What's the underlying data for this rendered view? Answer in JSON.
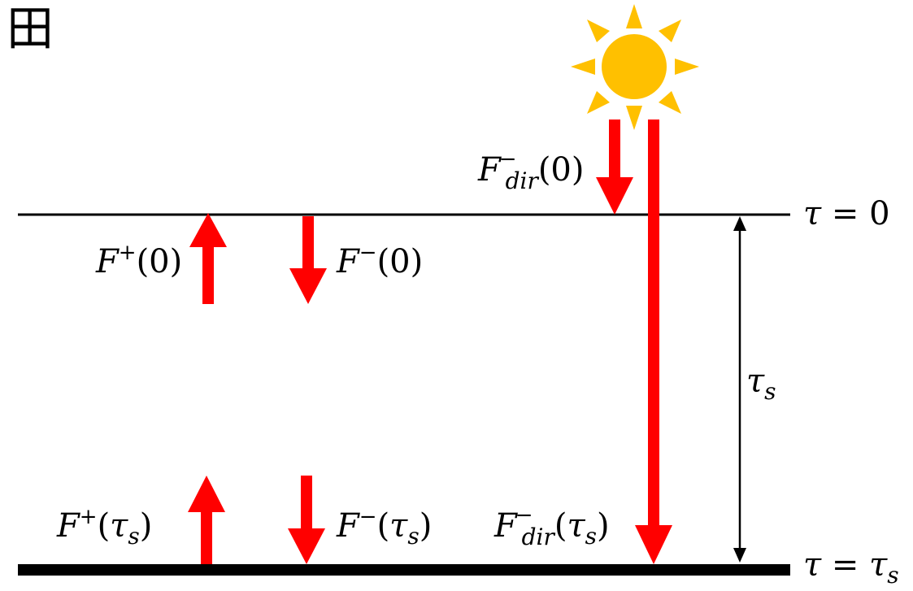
{
  "corner_glyph": "田",
  "boundaries": {
    "top": {
      "label_left": "τ",
      "label_eq": " = ",
      "label_right": "0"
    },
    "bottom": {
      "label_left": "τ",
      "label_eq": " = ",
      "label_right": "τ",
      "label_right_sub": "s"
    }
  },
  "thickness": {
    "symbol": "τ",
    "subscript": "s"
  },
  "fluxes": {
    "up_top": {
      "main": "F",
      "sup": "+",
      "arg": "(0)"
    },
    "down_top": {
      "main": "F",
      "sup": "−",
      "arg": "(0)"
    },
    "dir_top": {
      "main": "F",
      "sup": "−",
      "sub": "dir",
      "arg": "(0)"
    },
    "up_bottom": {
      "main": "F",
      "sup": "+",
      "arg_open": "(",
      "arg_sym": "τ",
      "arg_sub": "s",
      "arg_close": ")"
    },
    "down_bottom": {
      "main": "F",
      "sup": "−",
      "arg_open": "(",
      "arg_sym": "τ",
      "arg_sub": "s",
      "arg_close": ")"
    },
    "dir_bottom": {
      "main": "F",
      "sup": "−",
      "sub": "dir",
      "arg_open": "(",
      "arg_sym": "τ",
      "arg_sub": "s",
      "arg_close": ")"
    }
  },
  "colors": {
    "arrow": "#ff0000",
    "sun_core": "#ffc000",
    "sun_rays": "#ffc000",
    "line": "#000000"
  },
  "icons": [
    "sun-icon"
  ]
}
